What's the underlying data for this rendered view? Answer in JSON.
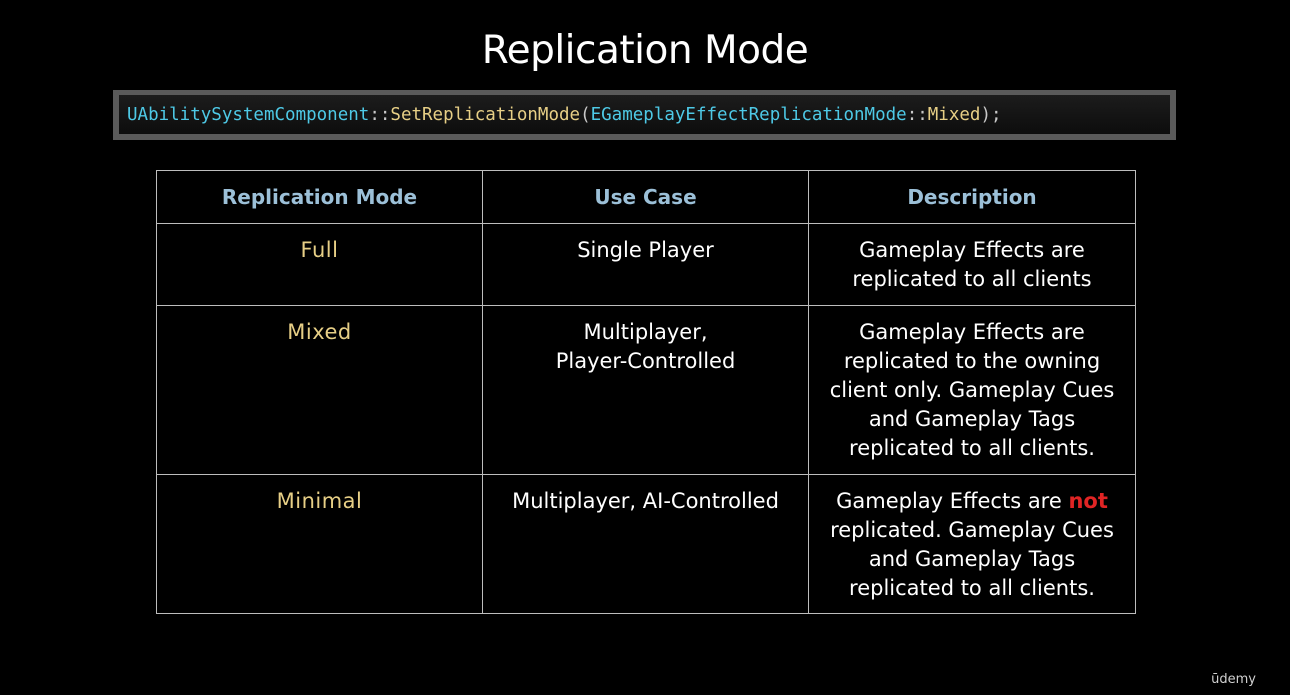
{
  "slide": {
    "title": "Replication Mode"
  },
  "code": {
    "class_name": "UAbilitySystemComponent",
    "scope_1": "::",
    "function_name": "SetReplicationMode",
    "open_paren": "(",
    "enum_name": "EGameplayEffectReplicationMode",
    "scope_2": "::",
    "enum_value": "Mixed",
    "close": ");"
  },
  "table": {
    "headers": [
      "Replication Mode",
      "Use Case",
      "Description"
    ],
    "rows": [
      {
        "mode": "Full",
        "use_case_line1": "Single Player",
        "use_case_line2": "",
        "description_pre": "Gameplay Effects are replicated to all clients",
        "description_emph": "",
        "description_post": ""
      },
      {
        "mode": "Mixed",
        "use_case_line1": "Multiplayer,",
        "use_case_line2": "Player-Controlled",
        "description_pre": "Gameplay Effects are replicated to the owning client only. Gameplay Cues and Gameplay Tags replicated to all clients.",
        "description_emph": "",
        "description_post": ""
      },
      {
        "mode": "Minimal",
        "use_case_line1": "Multiplayer, AI-Controlled",
        "use_case_line2": "",
        "description_pre": "Gameplay Effects are ",
        "description_emph": "not",
        "description_post": " replicated. Gameplay Cues and Gameplay Tags replicated to all clients."
      }
    ]
  },
  "watermark": "ūdemy",
  "colors": {
    "background": "#000000",
    "header_text": "#9cc0d8",
    "code_type": "#4ec9e6",
    "code_function": "#e7cf86",
    "mode_text": "#e7cf86",
    "emphasis": "#e02424",
    "grid": "#bdbdbd"
  }
}
